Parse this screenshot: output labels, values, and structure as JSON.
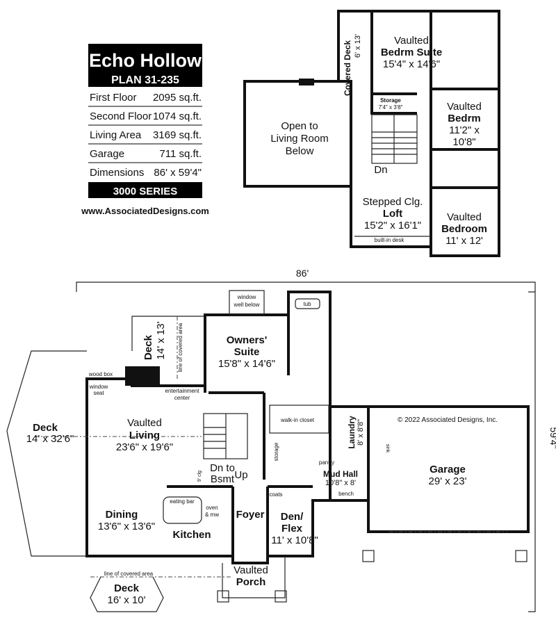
{
  "title_block": {
    "name": "Echo Hollow",
    "plan": "PLAN 31-235",
    "rows": [
      {
        "label": "First Floor",
        "value": "2095 sq.ft."
      },
      {
        "label": "Second Floor",
        "value": "1074 sq.ft."
      },
      {
        "label": "Living Area",
        "value": "3169 sq.ft."
      },
      {
        "label": "Garage",
        "value": "711 sq.ft."
      },
      {
        "label": "Dimensions",
        "value": "86' x 59'4\""
      }
    ],
    "series": "3000 SERIES",
    "url": "www.AssociatedDesigns.com"
  },
  "upper_floor": {
    "covered_deck": {
      "name": "Covered Deck",
      "size": "6' x 13'"
    },
    "bedrm_suite": {
      "prefix": "Vaulted",
      "name": "Bedrm Suite",
      "size": "15'4\" x 14'6\""
    },
    "open_to": {
      "line1": "Open to",
      "line2": "Living Room",
      "line3": "Below"
    },
    "storage": {
      "name": "Storage",
      "size": "7'4\" x 3'8\""
    },
    "bedrm": {
      "prefix": "Vaulted",
      "name": "Bedrm",
      "size1": "11'2\" x",
      "size2": "10'8\""
    },
    "stairs": "Dn",
    "loft": {
      "prefix": "Stepped Clg.",
      "name": "Loft",
      "size": "15'2\" x 16'1\""
    },
    "builtin_desk": "built-in desk",
    "bedroom": {
      "prefix": "Vaulted",
      "name": "Bedroom",
      "size": "11' x 12'"
    }
  },
  "main_floor": {
    "width_dim": "86'",
    "depth_dim": "59'4\"",
    "copyright": "© 2022 Associated Designs, Inc.",
    "window_well": {
      "line1": "window",
      "line2": "well below"
    },
    "tub": "tub",
    "owners_suite": {
      "name1": "Owners'",
      "name2": "Suite",
      "size": "15'8\" x 14'6\""
    },
    "deck_upper": {
      "name": "Deck",
      "size": "14' x 13'",
      "note": "line of covered area"
    },
    "wood_box": "wood box",
    "window_seat": {
      "line1": "window",
      "line2": "seat"
    },
    "entertainment": {
      "line1": "entertainment",
      "line2": "center"
    },
    "deck_left": {
      "name": "Deck",
      "size": "14' x 32'6\""
    },
    "living": {
      "prefix": "Vaulted",
      "name": "Living",
      "size": "23'6\" x 19'6\""
    },
    "walk_in_closet": "walk-in closet",
    "storage": "storage",
    "stairs": {
      "dn1": "Dn to",
      "dn2": "Bsmt",
      "up": "Up",
      "clg": "9' clg"
    },
    "pantry": "pantry",
    "laundry": {
      "name": "Laundry",
      "size": "8' x 8'8\""
    },
    "sink": "sink",
    "mud_hall": {
      "name": "Mud Hall",
      "size": "10'8\" x 8'"
    },
    "bench": "bench",
    "coats": "coats",
    "garage": {
      "name": "Garage",
      "size": "29' x 23'"
    },
    "dining": {
      "name": "Dining",
      "size": "13'6\" x 13'6\""
    },
    "eating_bar": "eating bar",
    "oven": {
      "line1": "oven",
      "line2": "& mw"
    },
    "kitchen": "Kitchen",
    "foyer": "Foyer",
    "den": {
      "name1": "Den/",
      "name2": "Flex",
      "size": "11' x 10'8\""
    },
    "covered_note": "line of covered area",
    "porch": {
      "prefix": "Vaulted",
      "name": "Porch"
    },
    "deck_bottom": {
      "name": "Deck",
      "size": "16' x 10'"
    }
  }
}
